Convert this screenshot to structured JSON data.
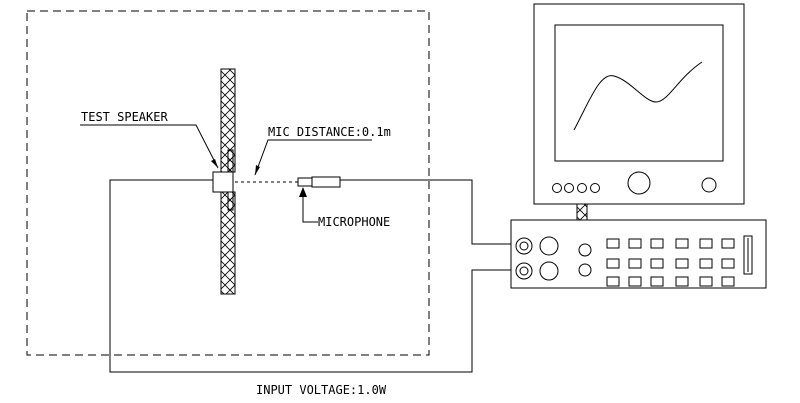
{
  "labels": {
    "test_speaker": "TEST SPEAKER",
    "mic_distance": "MIC DISTANCE:0.1m",
    "microphone": "MICROPHONE",
    "input_voltage": "INPUT VOLTAGE:1.0W"
  }
}
